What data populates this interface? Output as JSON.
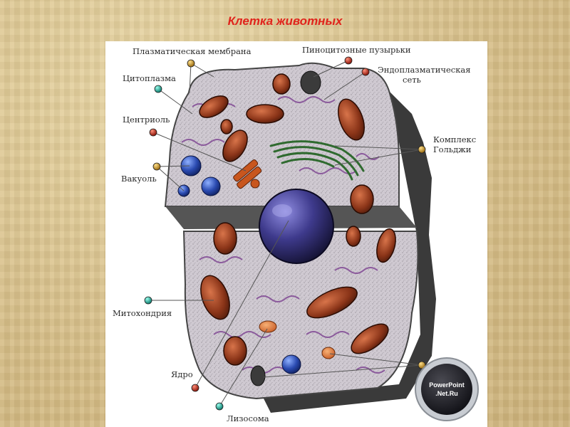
{
  "slide": {
    "title": "Клетка животных"
  },
  "labels": {
    "plasma_membrane": "Плазматическая мембрана",
    "pinocytosis": "Пиноцитозные пузырьки",
    "cytoplasm": "Цитоплазма",
    "er_line1": "Эндоплазматическая",
    "er_line2": "сеть",
    "centriole": "Центриоль",
    "golgi_line1": "Комплекс",
    "golgi_line2": "Гольджи",
    "vacuole": "Вакуоль",
    "mitochondria": "Митохондрия",
    "nucleus": "Ядро",
    "lysosome": "Лизосома"
  },
  "logo": {
    "line1": "PowerPoint",
    "line2": ".Net.Ru"
  },
  "colors": {
    "title": "#e0241c",
    "cytoplasm": "#cfc9d1",
    "nucleus": "#3e3a8c",
    "mitochondria": "#8a3418",
    "golgi": "#2f6a2f",
    "er": "#8b5a9c",
    "vacuole": "#2a4ab0"
  }
}
